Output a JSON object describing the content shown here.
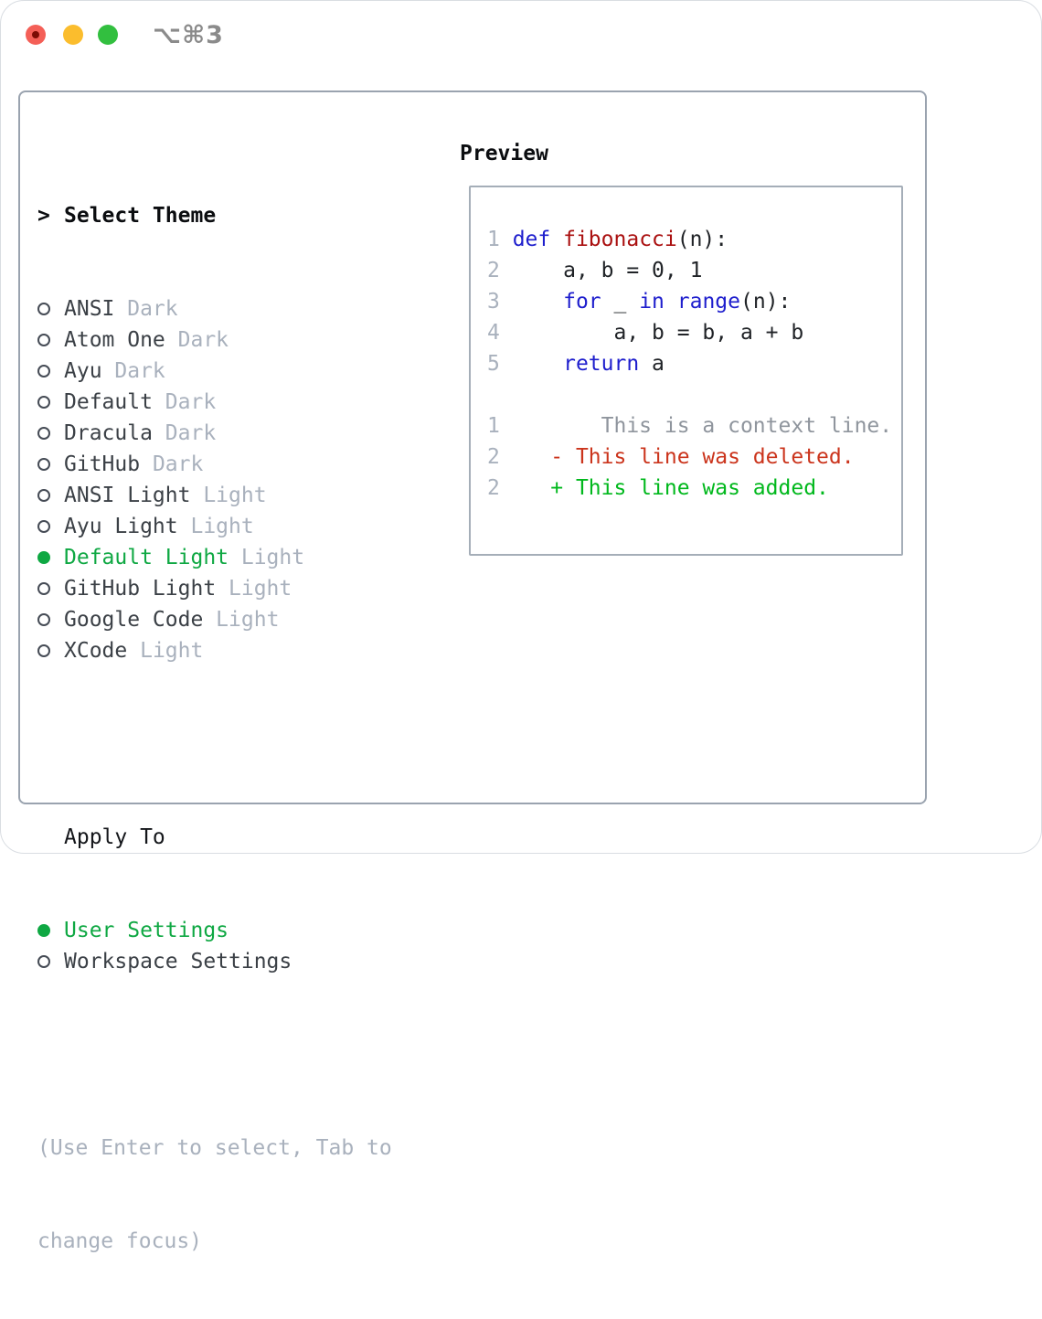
{
  "window": {
    "title": "⌥⌘3"
  },
  "titlebar_buttons": [
    {
      "name": "close-button",
      "color": "#f45f57",
      "dot_color": "#7c0c04"
    },
    {
      "name": "minimize-button",
      "color": "#fbbd2d"
    },
    {
      "name": "zoom-button",
      "color": "#32bf3f"
    }
  ],
  "theme_list": {
    "header_marker": ">",
    "header_label": "Select Theme",
    "items": [
      {
        "name": "ANSI",
        "variant": "Dark",
        "selected": false
      },
      {
        "name": "Atom One",
        "variant": "Dark",
        "selected": false
      },
      {
        "name": "Ayu",
        "variant": "Dark",
        "selected": false
      },
      {
        "name": "Default",
        "variant": "Dark",
        "selected": false
      },
      {
        "name": "Dracula",
        "variant": "Dark",
        "selected": false
      },
      {
        "name": "GitHub",
        "variant": "Dark",
        "selected": false
      },
      {
        "name": "ANSI Light",
        "variant": "Light",
        "selected": false
      },
      {
        "name": "Ayu Light",
        "variant": "Light",
        "selected": false
      },
      {
        "name": "Default Light",
        "variant": "Light",
        "selected": true
      },
      {
        "name": "GitHub Light",
        "variant": "Light",
        "selected": false
      },
      {
        "name": "Google Code",
        "variant": "Light",
        "selected": false
      },
      {
        "name": "XCode",
        "variant": "Light",
        "selected": false
      }
    ]
  },
  "apply_to": {
    "header": "Apply To",
    "items": [
      {
        "name": "User Settings",
        "selected": true
      },
      {
        "name": "Workspace Settings",
        "selected": false
      }
    ]
  },
  "help_lines": [
    "(Use Enter to select, Tab to",
    "change focus)"
  ],
  "preview": {
    "label": "Preview",
    "code_lines": [
      {
        "num": "1",
        "segments": [
          {
            "t": "def",
            "c": "kw"
          },
          {
            "t": " ",
            "c": "pl"
          },
          {
            "t": "fibonacci",
            "c": "fn"
          },
          {
            "t": "(n):",
            "c": "pl"
          }
        ]
      },
      {
        "num": "2",
        "segments": [
          {
            "t": "    a, b = 0, 1",
            "c": "pl"
          }
        ]
      },
      {
        "num": "3",
        "segments": [
          {
            "t": "    ",
            "c": "pl"
          },
          {
            "t": "for",
            "c": "kw"
          },
          {
            "t": " _ ",
            "c": "pl"
          },
          {
            "t": "in",
            "c": "kw"
          },
          {
            "t": " ",
            "c": "pl"
          },
          {
            "t": "range",
            "c": "kw"
          },
          {
            "t": "(n):",
            "c": "pl"
          }
        ]
      },
      {
        "num": "4",
        "segments": [
          {
            "t": "        a, b = b, a + b",
            "c": "pl"
          }
        ]
      },
      {
        "num": "5",
        "segments": [
          {
            "t": "    ",
            "c": "pl"
          },
          {
            "t": "return",
            "c": "kw"
          },
          {
            "t": " a",
            "c": "pl"
          }
        ]
      },
      {
        "blank": true
      },
      {
        "num": "1",
        "segments": [
          {
            "t": "       This is a context line.",
            "c": "ctx"
          }
        ]
      },
      {
        "num": "2",
        "segments": [
          {
            "t": "   ",
            "c": "pl"
          },
          {
            "t": "- This line was deleted.",
            "c": "del"
          }
        ]
      },
      {
        "num": "2",
        "segments": [
          {
            "t": "   ",
            "c": "pl"
          },
          {
            "t": "+ This line was added.",
            "c": "add"
          }
        ]
      }
    ]
  },
  "colors": {
    "heading": "#0b0d10",
    "name": "#3b4046",
    "muted": "#a9b1bd",
    "green": "#0fa843",
    "circle": "#454b55",
    "border": "#9aa3af",
    "border2": "#a5aeb8",
    "code": "#202327",
    "keyword": "#1e1ecd",
    "function": "#aa1010",
    "linenum": "#a9b1bd",
    "context": "#8f959d",
    "deleted": "#cb341c",
    "added": "#00b81c",
    "tl_red": "#f45f57",
    "tl_red_dot": "#7c0c04",
    "tl_yellow": "#fbbd2d",
    "tl_green": "#32bf3f"
  }
}
